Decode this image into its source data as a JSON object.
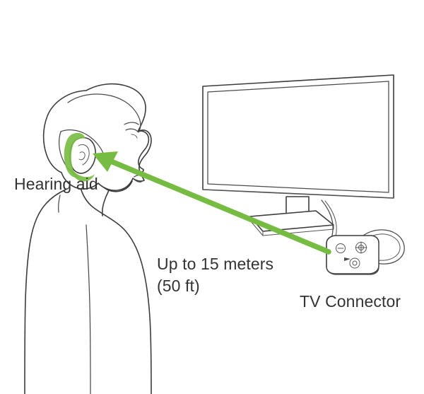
{
  "diagram": {
    "title": "TV Connector wireless range illustration",
    "background_color": "#ffffff",
    "ink_color": "#3c3c3c",
    "accent_color": "#76bc43",
    "text_color": "#333333"
  },
  "labels": {
    "hearing_aid": "Hearing aid",
    "distance_primary": "Up to 15 meters",
    "distance_secondary": "(50 ft)",
    "tv_connector": "TV Connector"
  },
  "annotations": {
    "range_meters": 15,
    "range_feet": 50,
    "signal_direction": "from TV Connector to hearing aid"
  },
  "elements": {
    "person_name": "person-profile",
    "hearing_aid_name": "hearing-aid-device",
    "tv_name": "television",
    "connector_name": "tv-connector-device",
    "arrow_name": "signal-arrow"
  }
}
